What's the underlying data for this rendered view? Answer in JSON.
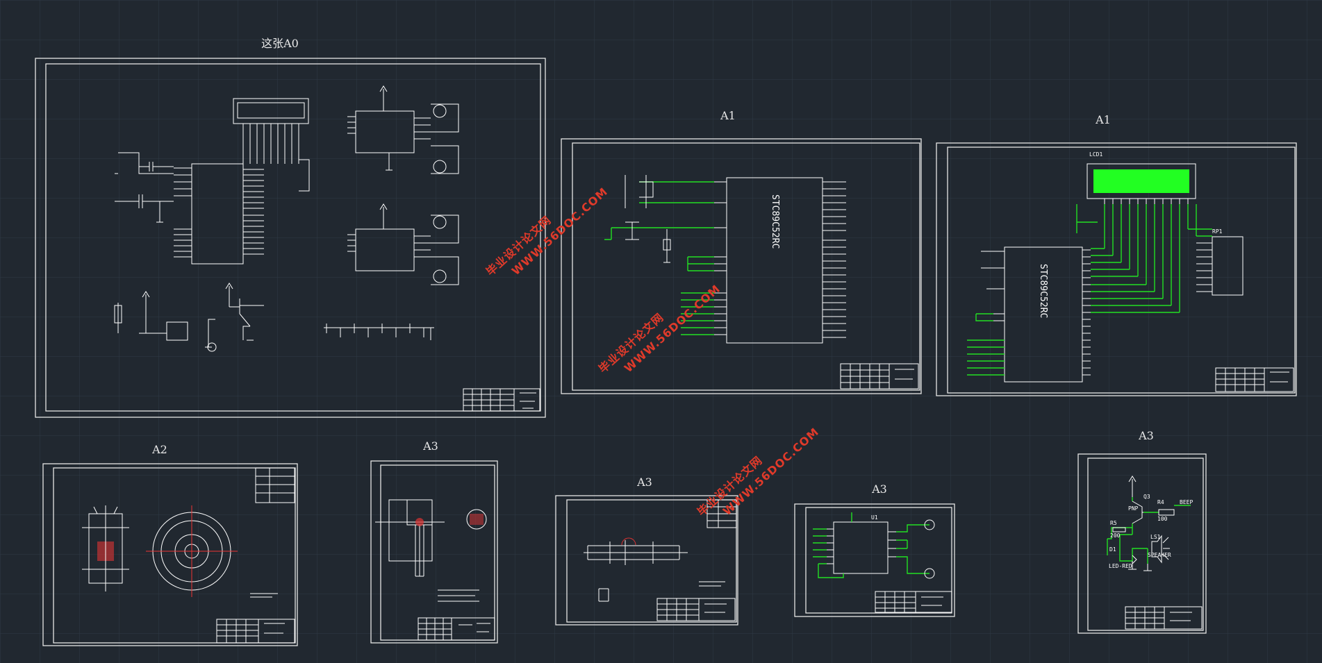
{
  "sheets": [
    {
      "id": "a0",
      "title": "这张A0"
    },
    {
      "id": "a1-left",
      "title": "A1"
    },
    {
      "id": "a1-right",
      "title": "A1"
    },
    {
      "id": "a2",
      "title": "A2"
    },
    {
      "id": "a3-shaft",
      "title": "A3"
    },
    {
      "id": "a3-long",
      "title": "A3"
    },
    {
      "id": "a3-driver",
      "title": "A3"
    },
    {
      "id": "a3-buzzer",
      "title": "A3"
    }
  ],
  "labels": {
    "lcd": "LCD1",
    "rp": "RP1",
    "mcu_left": "STC89C52RC",
    "mcu_right": "STC89C52RC",
    "q": "Q3",
    "r_a": "R4",
    "r_a_val": "100",
    "r_b": "R5",
    "r_b_val": "200",
    "beep": "BEEP",
    "ls": "LS1",
    "speaker": "SPEAKER",
    "d": "D1",
    "led": "LED-RED",
    "pnp": "PNP",
    "u": "U1"
  },
  "watermarks": [
    {
      "cn": "毕业设计论文网",
      "url": "WWW.56DOC.COM"
    },
    {
      "cn": "毕业设计论文网",
      "url": "WWW.56DOC.COM"
    },
    {
      "cn": "毕业设计论文网",
      "url": "WWW.56DOC.COM"
    }
  ],
  "colors": {
    "background": "#212830",
    "lines": "#ffffff",
    "wires_green": "#22e022",
    "lcd_fill": "#22ff22",
    "watermark": "#e03a2a"
  }
}
